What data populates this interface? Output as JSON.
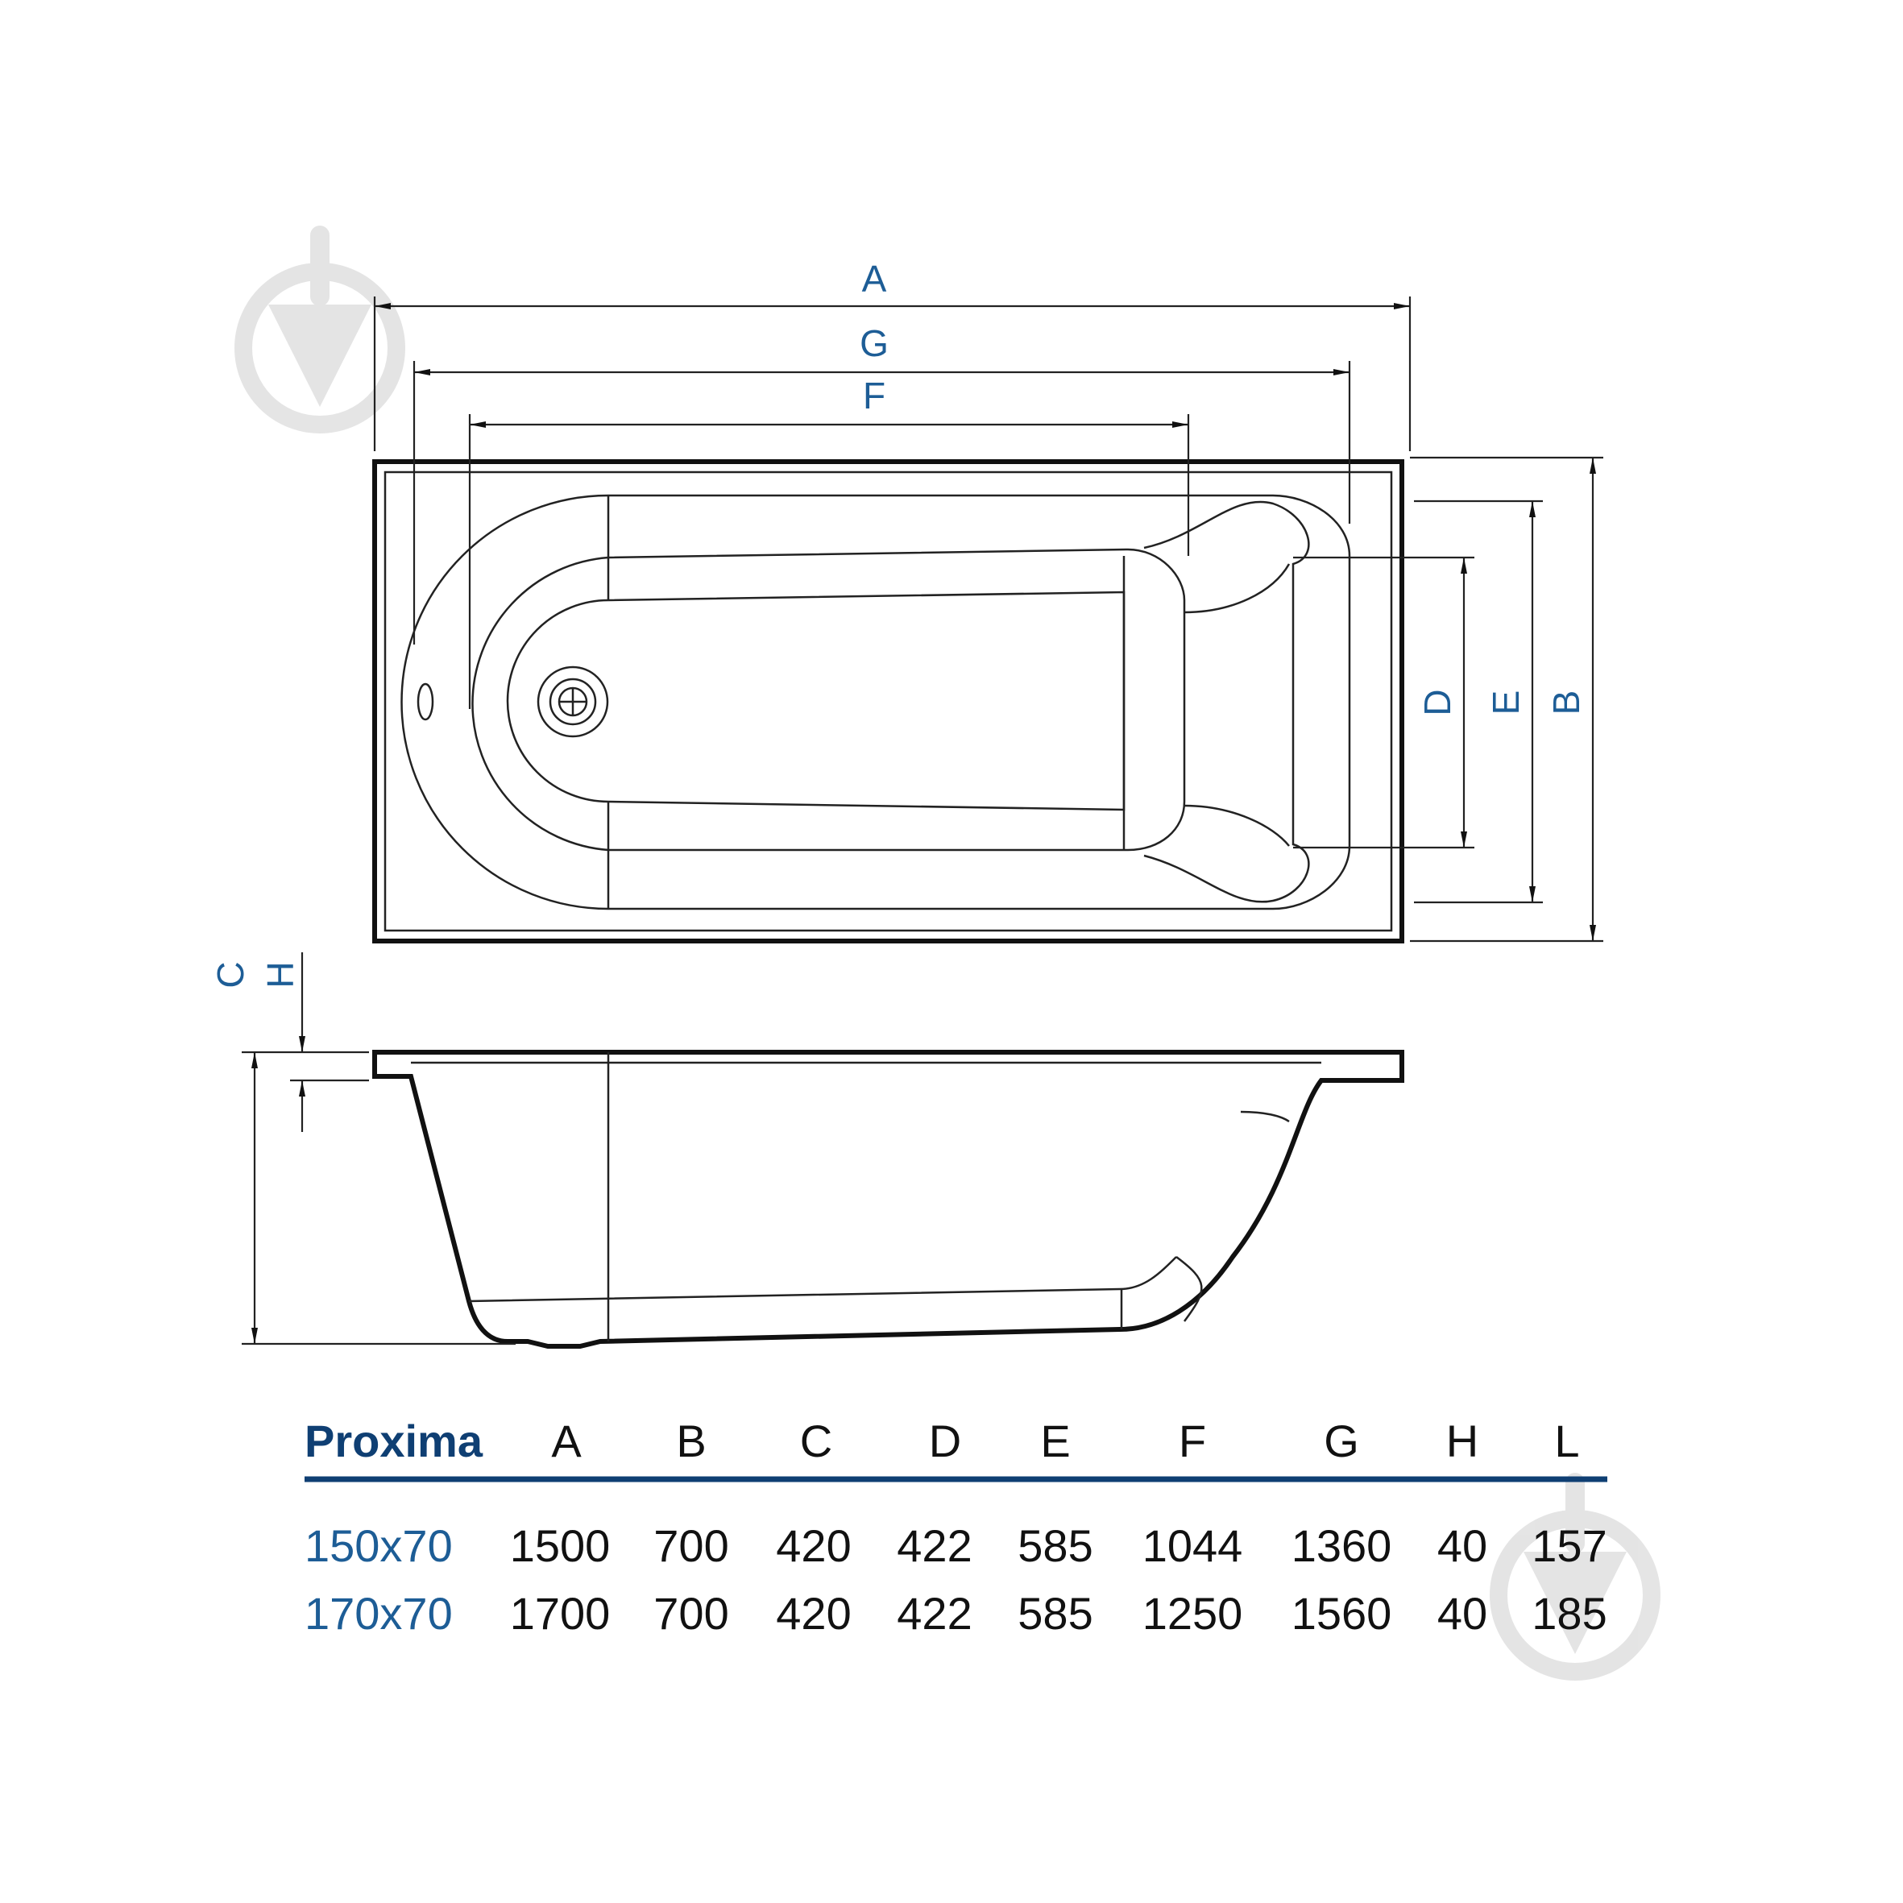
{
  "diagram": {
    "dimension_letters": {
      "A": "A",
      "B": "B",
      "C": "C",
      "D": "D",
      "E": "E",
      "F": "F",
      "G": "G",
      "H": "H"
    }
  },
  "table": {
    "model": "Proxima",
    "columns": [
      "A",
      "B",
      "C",
      "D",
      "E",
      "F",
      "G",
      "H",
      "L"
    ],
    "rows": [
      {
        "model": "150x70",
        "values": [
          "1500",
          "700",
          "420",
          "422",
          "585",
          "1044",
          "1360",
          "40",
          "157"
        ]
      },
      {
        "model": "170x70",
        "values": [
          "1700",
          "700",
          "420",
          "422",
          "585",
          "1250",
          "1560",
          "40",
          "185"
        ]
      }
    ]
  },
  "watermark": {
    "icon": "download-arrow-icon"
  },
  "colors": {
    "label_blue": "#1d5d96",
    "title_navy": "#0f3f73",
    "rule": "#0f3f73",
    "line": "#111111",
    "watermark": "#d9d9d9"
  }
}
